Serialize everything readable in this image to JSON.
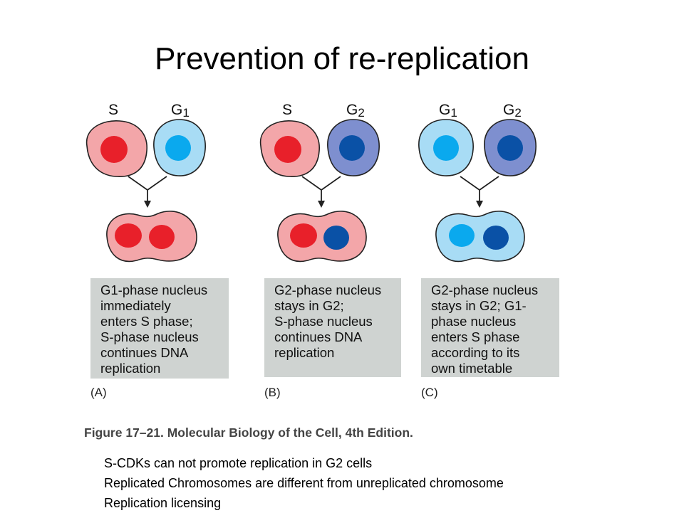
{
  "title": "Prevention of  re-replication",
  "colors": {
    "s_cell": "#f3a6a9",
    "s_nucleus": "#e8202a",
    "g1_cell": "#a8dcf5",
    "g1_nucleus": "#0aa9ee",
    "g2_cell": "#7e8fcf",
    "g2_nucleus": "#0a51a6",
    "textbox": "#cfd3d1"
  },
  "panels": [
    {
      "left_label": "S",
      "left_sub": "",
      "right_label": "G",
      "right_sub": "1",
      "text_lines": [
        "G1-phase nucleus",
        "immediately",
        "enters S phase;",
        "S-phase nucleus",
        "continues DNA",
        "replication"
      ],
      "label": "(A)"
    },
    {
      "left_label": "S",
      "left_sub": "",
      "right_label": "G",
      "right_sub": "2",
      "text_lines": [
        "G2-phase nucleus",
        "stays in G2;",
        "S-phase nucleus",
        "continues DNA",
        "replication"
      ],
      "label": "(B)"
    },
    {
      "left_label": "G",
      "left_sub": "1",
      "right_label": "G",
      "right_sub": "2",
      "text_lines": [
        "G2-phase nucleus",
        "stays in G2; G1-",
        "phase nucleus",
        "enters S phase",
        "according to its",
        "own timetable"
      ],
      "label": "(C)"
    }
  ],
  "caption": "Figure 17–21. Molecular Biology of the Cell, 4th Edition.",
  "notes": [
    "S-CDKs can not promote replication in G2 cells",
    "Replicated Chromosomes are different from unreplicated chromosome",
    "Replication licensing"
  ]
}
